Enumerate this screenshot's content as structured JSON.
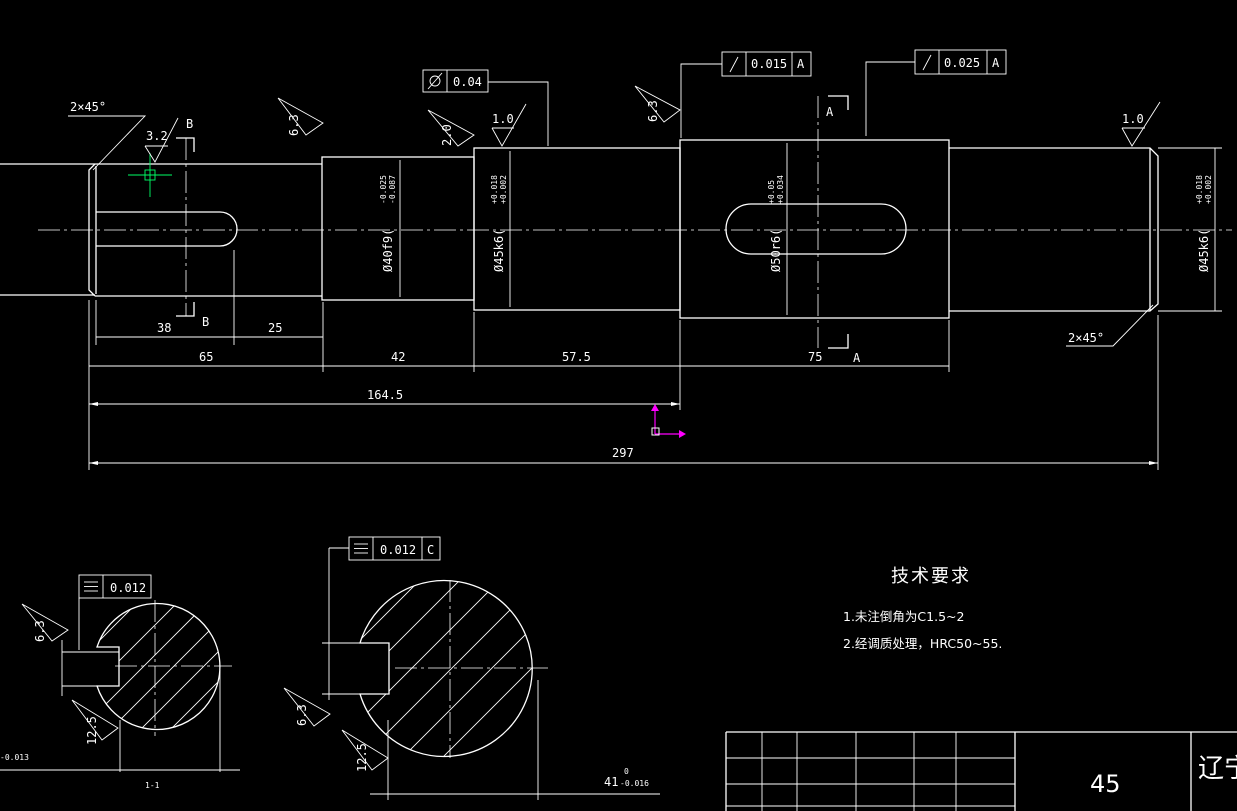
{
  "dimensions": {
    "d65": "65",
    "d42": "42",
    "d57_5": "57.5",
    "d75": "75",
    "d164_5": "164.5",
    "d297": "297",
    "d38": "38",
    "d25": "25"
  },
  "diameters": {
    "d40": "Ø40f9(",
    "d40_upper": "-0.025",
    "d40_lower": "-0.087",
    "d45a": "Ø45k6(",
    "d45a_upper": "+0.018",
    "d45a_lower": "+0.002",
    "d50": "Ø50r6(",
    "d50_upper": "+0.05",
    "d50_lower": "+0.034",
    "d45b": "Ø45k6(",
    "d45b_upper": "+0.018",
    "d45b_lower": "+0.002"
  },
  "chamfers": {
    "left": "2×45°",
    "right": "2×45°"
  },
  "roughness": {
    "r_3_2": "3.2",
    "r_6_3_a": "6.3",
    "r_2_0": "2.0",
    "r_1_0_a": "1.0",
    "r_6_3_b": "6.3",
    "r_1_0_b": "1.0",
    "r_6_3_c": "6.3",
    "r_12_5_a": "12.5",
    "r_6_3_d": "6.3",
    "r_12_5_b": "12.5"
  },
  "section_labels": {
    "b_top": "B",
    "b_bottom": "B",
    "a_top": "A",
    "a_bottom": "A"
  },
  "tolerance_frames": {
    "cylindricity": {
      "value": "0.04"
    },
    "runout1": {
      "value": "0.015",
      "datum": "A"
    },
    "runout2": {
      "value": "0.025",
      "datum": "A"
    },
    "symmetry1": {
      "value": "0.012"
    },
    "symmetry2": {
      "value": "0.012",
      "datum": "C"
    }
  },
  "section_dims": {
    "left_tol": "-0.013",
    "right_dim": "41",
    "right_upper": "0",
    "right_lower": "-0.016",
    "left_small": "1-1"
  },
  "tech_requirements": {
    "title": "技术要求",
    "item1": "1.未注倒角为C1.5~2",
    "item2": "2.经调质处理，HRC50~55."
  },
  "title_block": {
    "material": "45",
    "company": "辽宁"
  },
  "colors": {
    "background": "#000000",
    "lines": "#ffffff",
    "ucs": "#ff00ff",
    "cursor": "#00ff66"
  }
}
